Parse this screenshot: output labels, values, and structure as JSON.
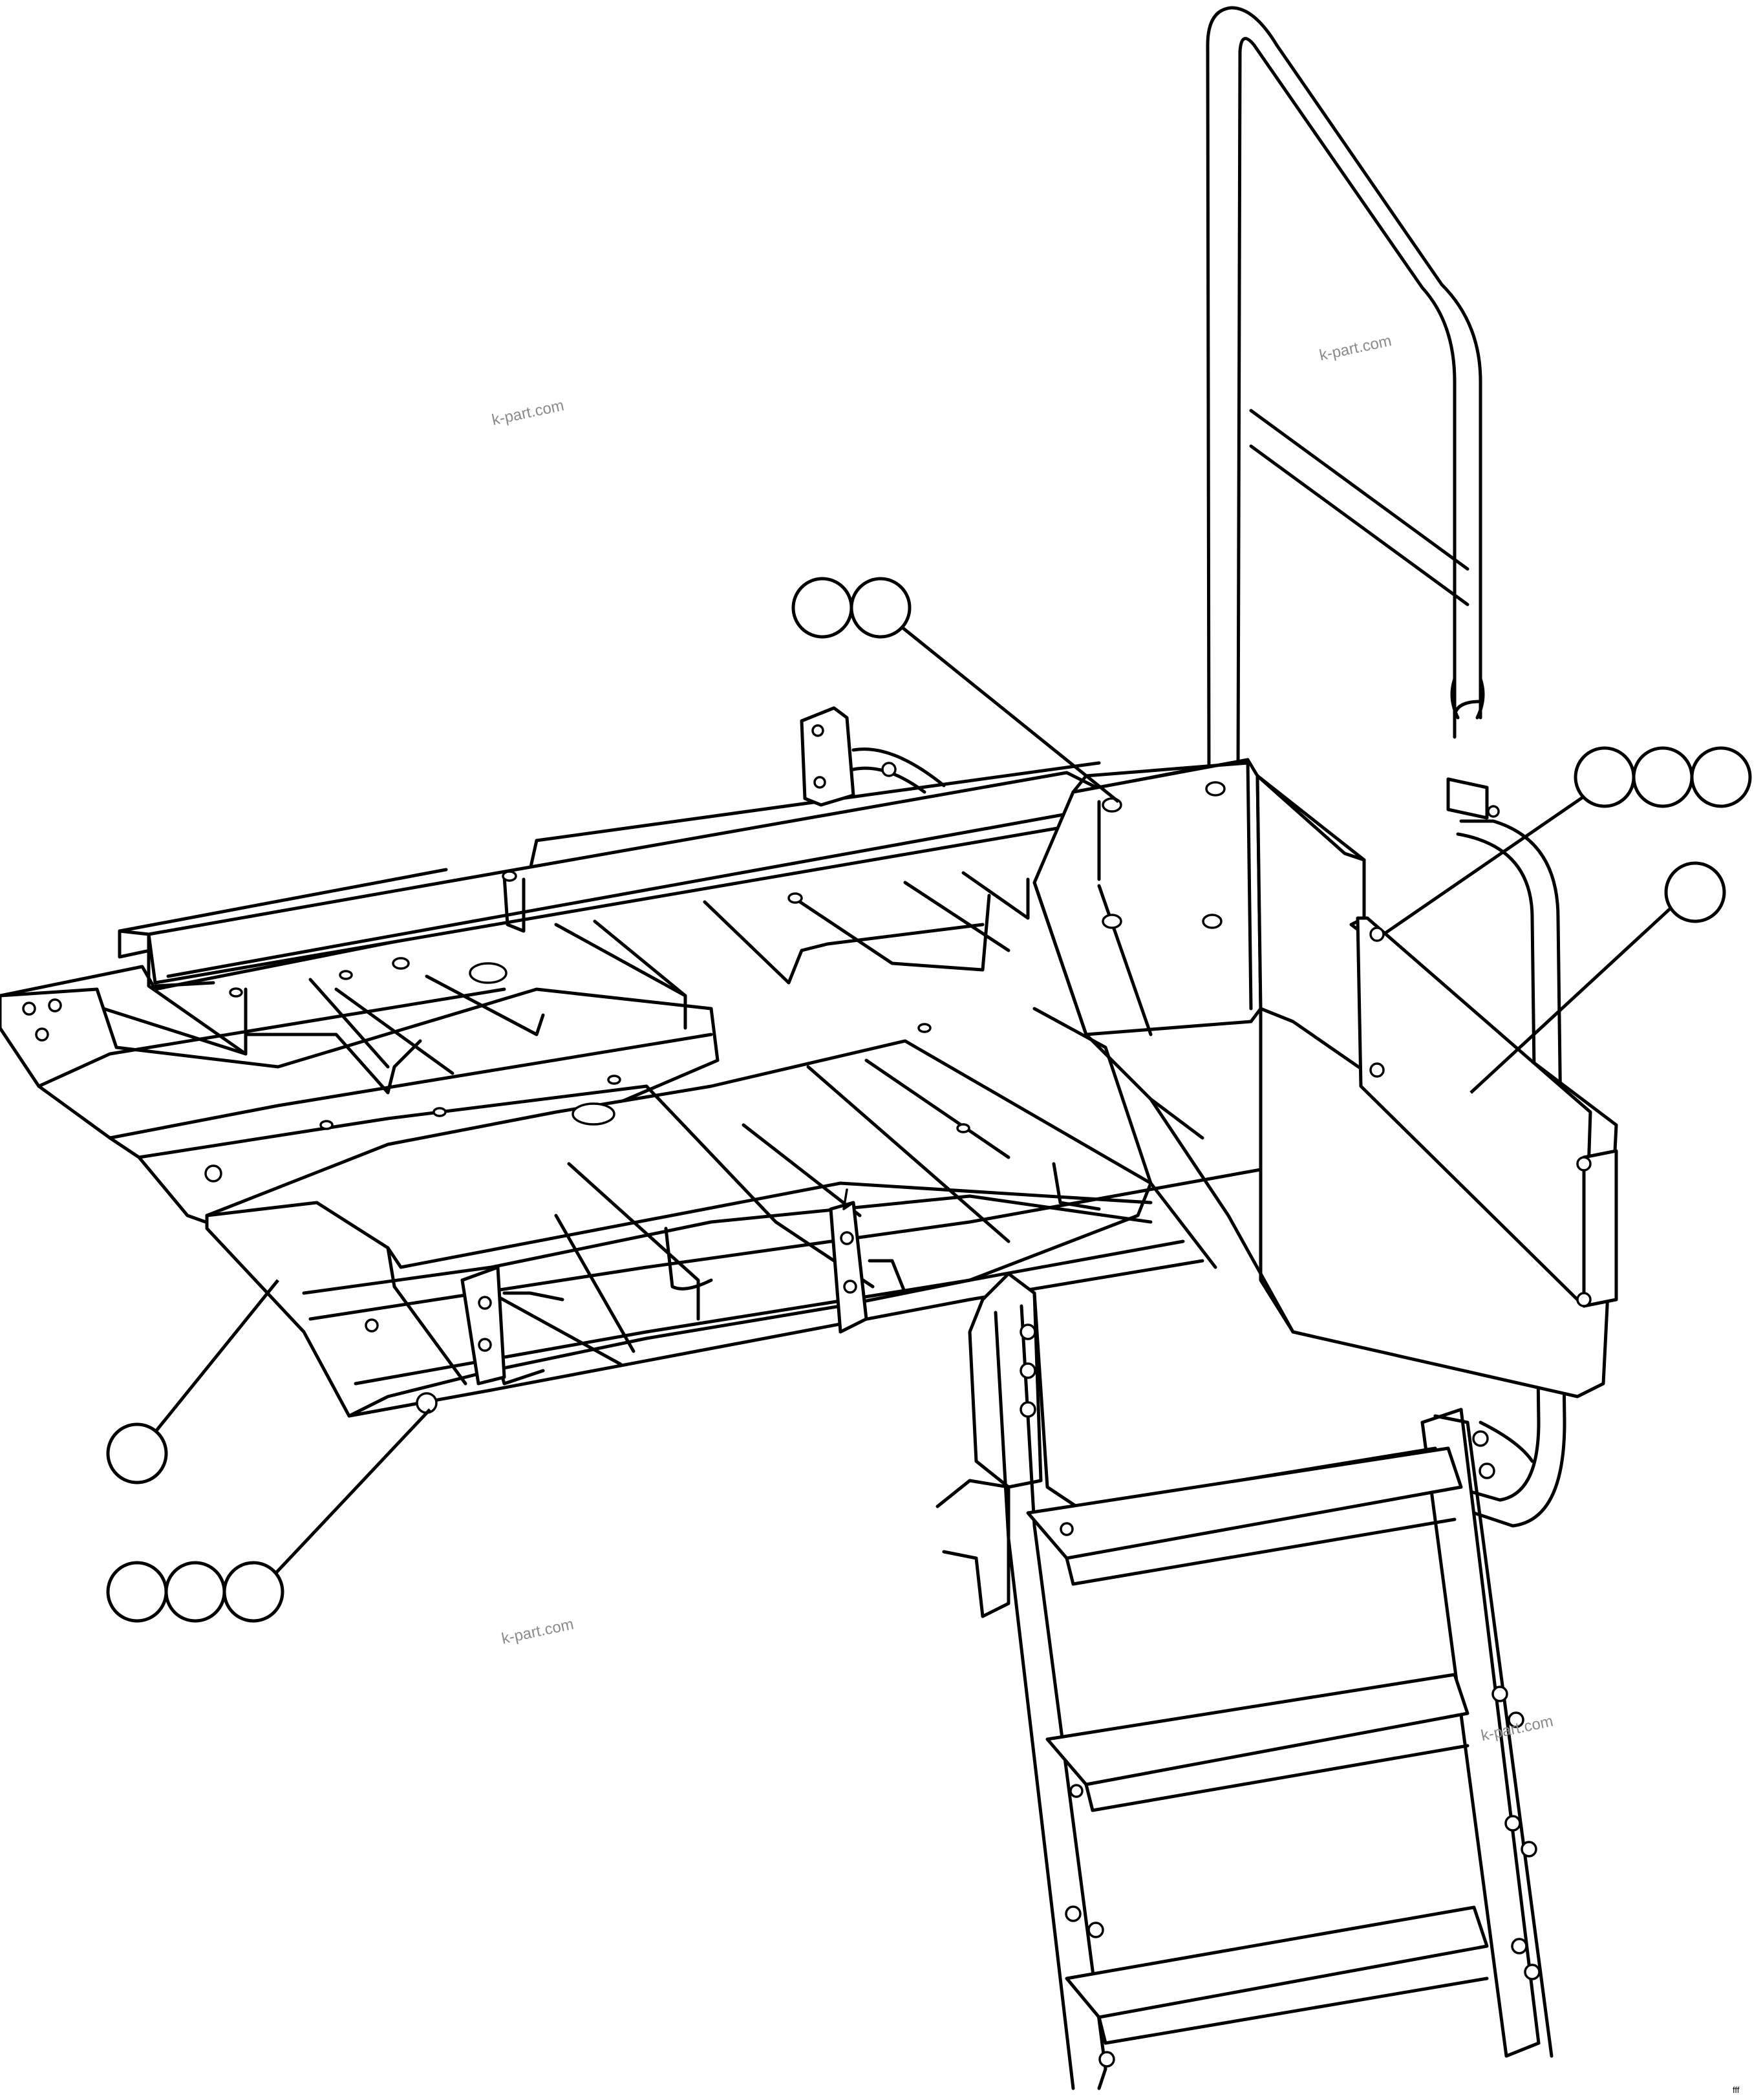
{
  "watermarks": [
    "k-part.com",
    "k-part.com",
    "k-part.com",
    "k-part.com"
  ],
  "drawing_code": "fff",
  "callout_groups": [
    {
      "count": 2
    },
    {
      "count": 3
    },
    {
      "count": 1
    },
    {
      "count": 1
    },
    {
      "count": 3
    }
  ]
}
